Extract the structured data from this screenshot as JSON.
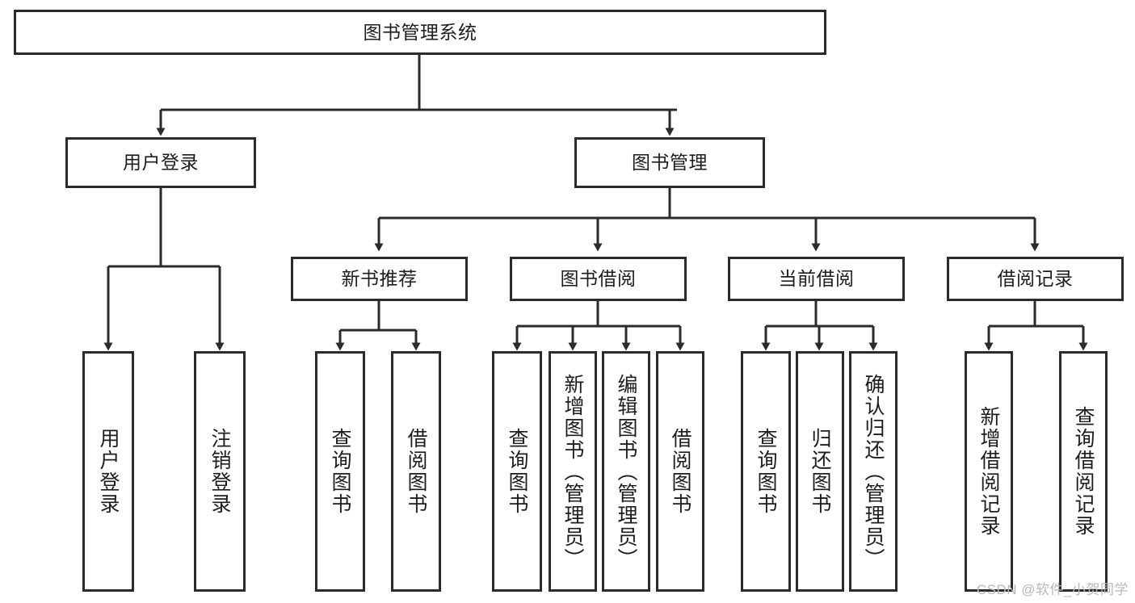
{
  "diagram": {
    "title": "图书管理系统",
    "watermark": "CSDN @软件_小贺同学",
    "colors": {
      "stroke": "#2b2b2b",
      "fill": "#ffffff",
      "text": "#1d1d1d",
      "watermark": "#b9b9b9"
    },
    "root": {
      "label": "图书管理系统"
    },
    "level2": [
      {
        "label": "用户登录"
      },
      {
        "label": "图书管理"
      }
    ],
    "level3": [
      {
        "label": "新书推荐"
      },
      {
        "label": "图书借阅"
      },
      {
        "label": "当前借阅"
      },
      {
        "label": "借阅记录"
      }
    ],
    "leaves": {
      "user_login": [
        {
          "label": "用户登录"
        },
        {
          "label": "注销登录"
        }
      ],
      "new_book_recommend": [
        {
          "label": "查询图书"
        },
        {
          "label": "借阅图书"
        }
      ],
      "book_borrow": [
        {
          "label": "查询图书"
        },
        {
          "label": "新增图书（管理员）"
        },
        {
          "label": "编辑图书（管理员）"
        },
        {
          "label": "借阅图书"
        }
      ],
      "current_borrow": [
        {
          "label": "查询图书"
        },
        {
          "label": "归还图书"
        },
        {
          "label": "确认归还（管理员）"
        }
      ],
      "borrow_record": [
        {
          "label": "新增借阅记录"
        },
        {
          "label": "查询借阅记录"
        }
      ]
    }
  }
}
